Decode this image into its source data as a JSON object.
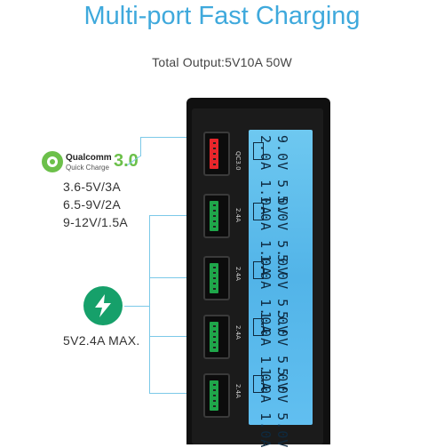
{
  "title": "Multi-port Fast Charging",
  "total_output": "Total Output:5V10A 50W",
  "qualcomm": {
    "brand": "Qualcomm",
    "sub": "Quick Charge",
    "version": "3.0",
    "specs": [
      "3.6-5V/3A",
      "6.5-9V/2A",
      "9-12V/1.5A"
    ]
  },
  "standard": {
    "label": "5V2.4A MAX."
  },
  "ports": [
    {
      "label": "QC3.0",
      "volt": "9.0V 5.0V",
      "amp": "2.0A 1.0A",
      "color": "#e8262b"
    },
    {
      "label": "2.4A",
      "volt": "5.0V 5.0V",
      "amp": "1.0A 1.0A",
      "color": "#1fa64a"
    },
    {
      "label": "2.4A",
      "volt": "5.0V 5.0V",
      "amp": "1.0A 1.0A",
      "color": "#1fa64a"
    },
    {
      "label": "2.4A",
      "volt": "5.0V 5.0V",
      "amp": "1.0A 1.0A",
      "color": "#1fa64a"
    },
    {
      "label": "2.4A",
      "volt": "5.0V 5.0V",
      "amp": "1.0A 1.0A",
      "color": "#1fa64a"
    }
  ]
}
